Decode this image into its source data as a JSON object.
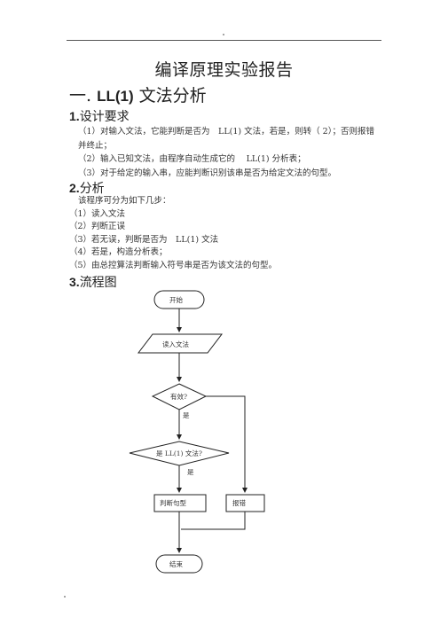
{
  "header": {
    "mark": "."
  },
  "footer": {
    "mark": "."
  },
  "doc_title": "编译原理实验报告",
  "section1": {
    "number": "一.",
    "title_ll": "LL(1)",
    "title_rest": " 文法分析"
  },
  "req": {
    "heading_num": "1.",
    "heading_text": "设计要求",
    "items": [
      "（1）对输入文法，它能判断是否为　LL(1) 文法，若是，则转（ 2）；否则报错并终止；",
      "（2）输入已知文法，由程序自动生成它的　 LL(1) 分析表；",
      "（3）对于给定的输入串，应能判断识别该串是否为给定文法的句型。"
    ]
  },
  "analysis": {
    "heading_num": "2.",
    "heading_text": "分析",
    "intro": "该程序可分为如下几步：",
    "steps": [
      "（1）读入文法",
      "（2）判断正误",
      "（3）若无误，判断是否为　LL(1) 文法",
      "（4）若是，构造分析表；",
      "（5）由总控算法判断输入符号串是否为该文法的句型。"
    ]
  },
  "flow": {
    "heading_num": "3.",
    "heading_text": "流程图",
    "start": "开始",
    "read": "读入文法",
    "valid_q": "有效?",
    "yes1": "是",
    "ll1_q": "是 LL(1) 文法?",
    "yes2": "是",
    "judge": "判断句型",
    "error": "报错",
    "end": "结束"
  }
}
